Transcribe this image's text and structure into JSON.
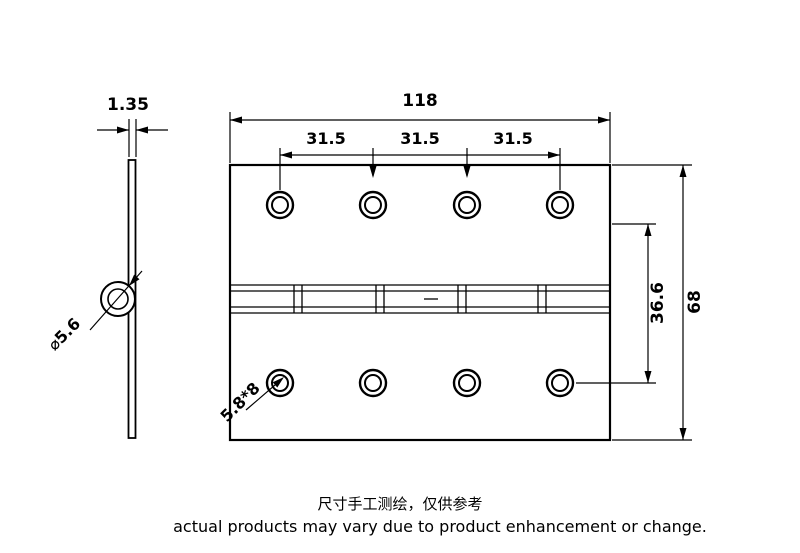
{
  "views": {
    "side": {
      "thickness": "1.35",
      "knuckle_diameter": "⌀5.6"
    },
    "front": {
      "width": "118",
      "hole_spacings": [
        "31.5",
        "31.5",
        "31.5"
      ],
      "row_spacing": "36.6",
      "height": "68",
      "hole_size": "5.8*8"
    }
  },
  "footer": {
    "note_cn": "尺寸手工测绘，仅供参考",
    "note_en": "actual products may vary due to product enhancement or change."
  },
  "colors": {
    "line": "#000000",
    "background": "#ffffff"
  }
}
